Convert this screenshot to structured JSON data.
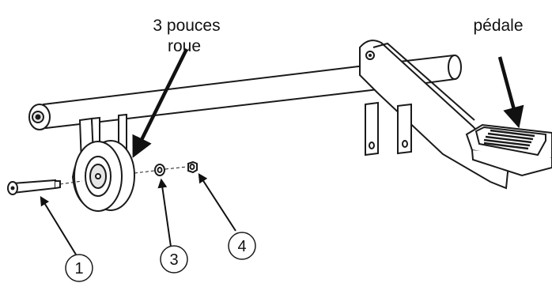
{
  "labels": {
    "wheel_line1": "3 pouces",
    "wheel_line2": "roue",
    "pedal": "pédale"
  },
  "callouts": [
    "1",
    "3",
    "4"
  ],
  "colors": {
    "line": "#1a1a1a",
    "fill": "#ffffff",
    "shade": "#e6e6e6"
  }
}
